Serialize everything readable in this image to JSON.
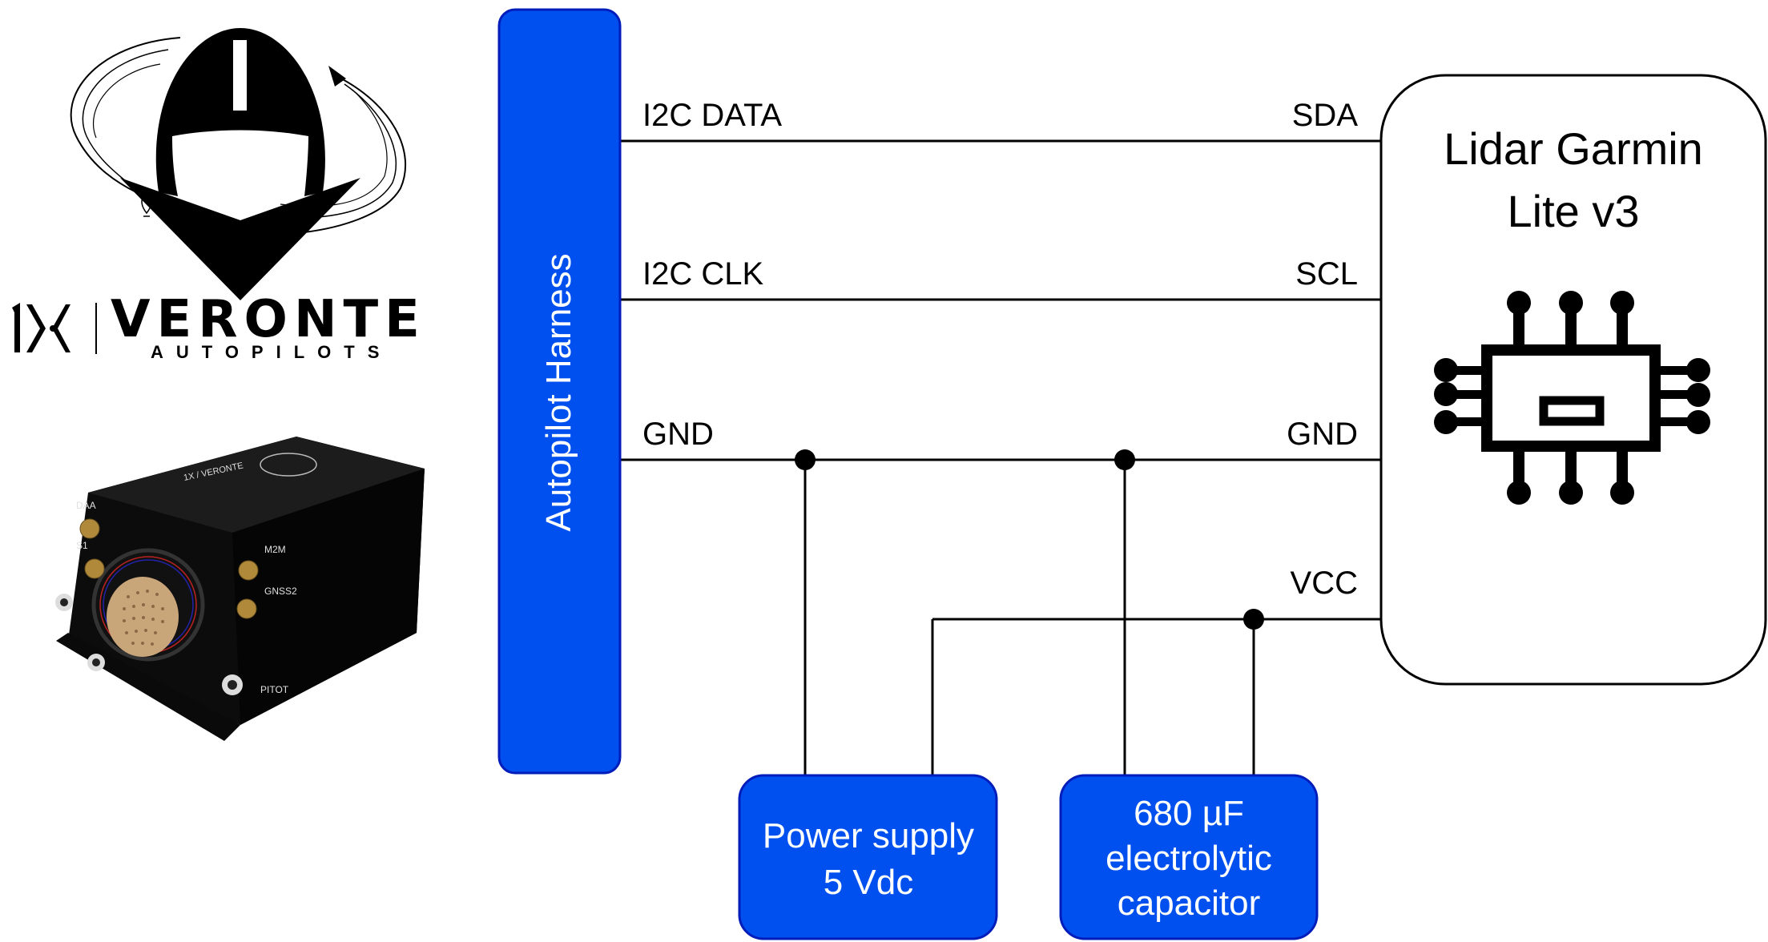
{
  "colors": {
    "block_fill": "#0050ef",
    "block_stroke": "#001dbc",
    "wire": "#000000",
    "block_text": "#ffffff"
  },
  "branding": {
    "logo_icon": "veronte-compass-logo-icon",
    "brand_name": "VERONTE",
    "brand_sub": "AUTOPILOTS",
    "brand_mark": "1x-mark-icon",
    "product_image": "veronte-autopilot-unit-image",
    "product_port_labels": [
      "DAA",
      "S1",
      "M2M",
      "GNSS2",
      "PITOT"
    ]
  },
  "harness": {
    "label": "Autopilot Harness"
  },
  "signals": [
    {
      "id": "sda",
      "harness_label": "I2C DATA",
      "device_label": "SDA"
    },
    {
      "id": "scl",
      "harness_label": "I2C CLK",
      "device_label": "SCL"
    },
    {
      "id": "gnd",
      "harness_label": "GND",
      "device_label": "GND"
    },
    {
      "id": "vcc",
      "harness_label": "",
      "device_label": "VCC"
    }
  ],
  "device": {
    "title_line1": "Lidar Garmin",
    "title_line2": "Lite v3",
    "icon": "chip-icon"
  },
  "power_supply": {
    "line1": "Power supply",
    "line2": "5 Vdc"
  },
  "capacitor": {
    "line1": "680 µF",
    "line2": "electrolytic",
    "line3": "capacitor"
  }
}
